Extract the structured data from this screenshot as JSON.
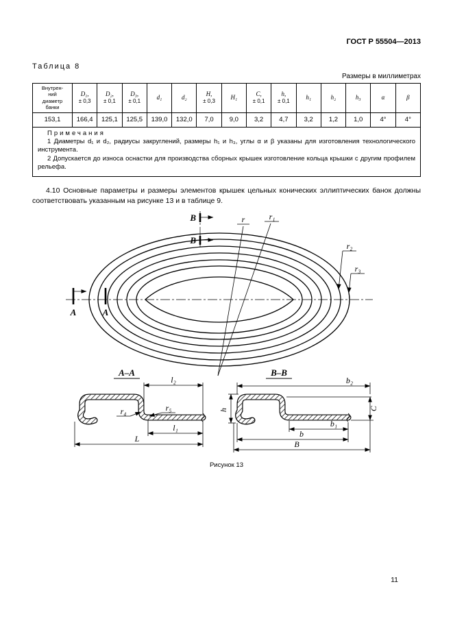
{
  "page": {
    "doc_code": "ГОСТ Р 55504—2013",
    "page_number": "11"
  },
  "table8": {
    "caption": "Таблица 8",
    "units_note": "Размеры в миллиметрах",
    "columns": [
      {
        "sym": "Внутрен-\nний\nдиаметр\nбанки",
        "tol": ""
      },
      {
        "sym": "D₁,",
        "tol": "± 0,3"
      },
      {
        "sym": "D₂,",
        "tol": "± 0,1"
      },
      {
        "sym": "D₃,",
        "tol": "± 0,1"
      },
      {
        "sym": "d₁",
        "tol": ""
      },
      {
        "sym": "d₂",
        "tol": ""
      },
      {
        "sym": "H,",
        "tol": "± 0,3"
      },
      {
        "sym": "H₁",
        "tol": ""
      },
      {
        "sym": "C,",
        "tol": "± 0,1"
      },
      {
        "sym": "h,",
        "tol": "± 0,1"
      },
      {
        "sym": "h₁",
        "tol": ""
      },
      {
        "sym": "h₂",
        "tol": ""
      },
      {
        "sym": "h₃",
        "tol": ""
      },
      {
        "sym": "α",
        "tol": ""
      },
      {
        "sym": "β",
        "tol": ""
      }
    ],
    "row": [
      "153,1",
      "166,4",
      "125,1",
      "125,5",
      "139,0",
      "132,0",
      "7,0",
      "9,0",
      "3,2",
      "4,7",
      "3,2",
      "1,2",
      "1,0",
      "4°",
      "4°"
    ],
    "notes_title": "Примечания",
    "notes": [
      "1 Диаметры d₁ и d₂, радиусы закруглений, размеры h₁ и h₃, углы α и β указаны для изготовления технологического инструмента.",
      "2 Допускается до износа оснастки для производства сборных крышек изготовление кольца крышки с другим профилем рельефа."
    ]
  },
  "body": {
    "para_4_10": "4.10 Основные параметры и размеры элементов крышек цельных конических эллиптических банок должны соответствовать указанным на рисунке 13 и в таблице 9."
  },
  "figure": {
    "caption": "Рисунок 13",
    "labels": {
      "section_b": "В",
      "section_a": "А",
      "r": "r",
      "r1": "r₁",
      "r2": "r₂",
      "r3": "r₃",
      "view_aa": "А–А",
      "view_bb": "В–В",
      "l2": "l₂",
      "r4": "r₄",
      "r5": "r₅",
      "l1": "l₁",
      "L": "L",
      "h": "h",
      "b2": "b₂",
      "C": "C",
      "b1": "b₁",
      "b": "b",
      "B": "B"
    }
  }
}
